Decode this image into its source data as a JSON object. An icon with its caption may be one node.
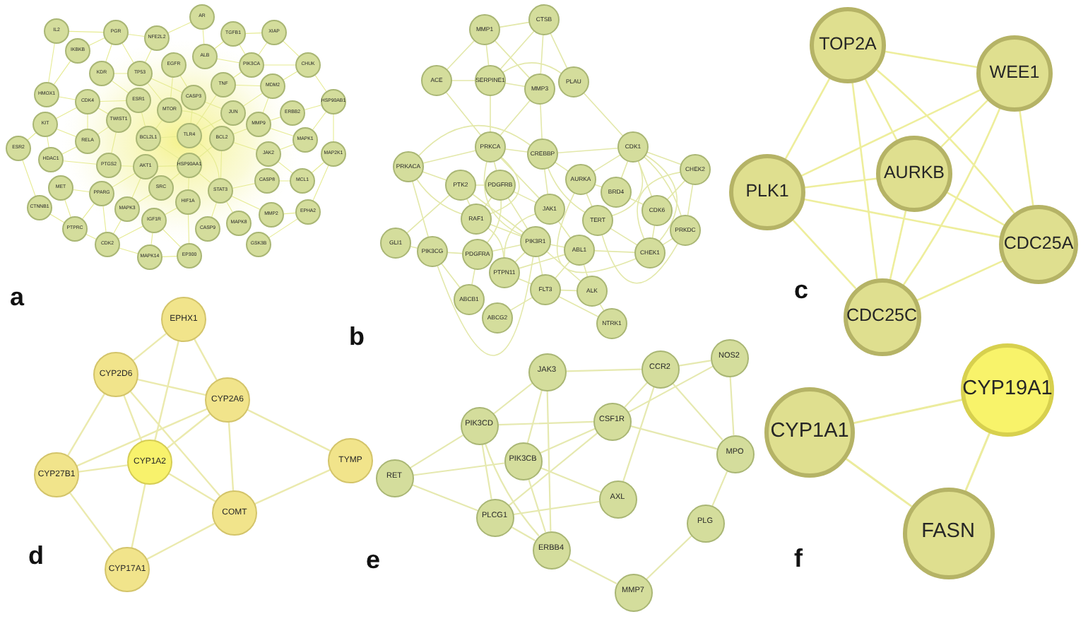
{
  "diagram": {
    "nodes": [
      {
        "text": [
          "IL2"
        ]
      },
      {
        "text": [
          "PGR"
        ]
      },
      {
        "text": [
          "NFE2L2"
        ]
      },
      {
        "text": [
          "AR"
        ]
      },
      {
        "text": [
          "TGFB1"
        ]
      },
      {
        "text": [
          "XIAP"
        ]
      },
      {
        "text": [
          "IKBKB"
        ]
      },
      {
        "text": [
          "ALB"
        ]
      },
      {
        "text": [
          "EGFR"
        ]
      },
      {
        "text": [
          "PIK3CA"
        ]
      },
      {
        "text": [
          "CHUK"
        ]
      },
      {
        "text": [
          "KDR"
        ]
      },
      {
        "text": [
          "TP53"
        ]
      },
      {
        "text": [
          "TNF"
        ]
      },
      {
        "text": [
          "MDM2"
        ]
      },
      {
        "text": [
          "HMOX1"
        ]
      },
      {
        "text": [
          "CDK4"
        ]
      },
      {
        "text": [
          "ESR1"
        ]
      },
      {
        "text": [
          "CASP3"
        ]
      },
      {
        "text": [
          "HSP90AB1"
        ]
      },
      {
        "text": [
          "MTOR"
        ]
      },
      {
        "text": [
          "JUN"
        ]
      },
      {
        "text": [
          "ERBB2"
        ]
      },
      {
        "text": [
          "TWIST1"
        ]
      },
      {
        "text": [
          "KIT"
        ]
      },
      {
        "text": [
          "MMP9"
        ]
      },
      {
        "text": [
          "BCL2L1"
        ]
      },
      {
        "text": [
          "RELA"
        ]
      },
      {
        "text": [
          "TLR4"
        ]
      },
      {
        "text": [
          "BCL2"
        ]
      },
      {
        "text": [
          "MAPK1"
        ]
      },
      {
        "text": [
          "ESR2"
        ]
      },
      {
        "text": [
          "MAP2K1"
        ]
      },
      {
        "text": [
          "JAK2"
        ]
      },
      {
        "text": [
          "HDAC1"
        ]
      },
      {
        "text": [
          "PTGS2"
        ]
      },
      {
        "text": [
          "AKT1"
        ]
      },
      {
        "text": [
          "HSP90AA1"
        ]
      },
      {
        "text": [
          "SRC"
        ]
      },
      {
        "text": [
          "CASP8"
        ]
      },
      {
        "text": [
          "MCL1"
        ]
      },
      {
        "text": [
          "STAT3"
        ]
      },
      {
        "text": [
          "MET"
        ]
      },
      {
        "text": [
          "PPARG"
        ]
      },
      {
        "text": [
          "HIF1A"
        ]
      },
      {
        "text": [
          "CTNNB1"
        ]
      },
      {
        "text": [
          "MAPK3"
        ]
      },
      {
        "text": [
          "EPHA2"
        ]
      },
      {
        "text": [
          "MMP2"
        ]
      },
      {
        "text": [
          "IGF1R"
        ]
      },
      {
        "text": [
          "MAPK8"
        ]
      },
      {
        "text": [
          "CASP9"
        ]
      },
      {
        "text": [
          "PTPRC"
        ]
      },
      {
        "text": [
          "CDK2"
        ]
      },
      {
        "text": [
          "GSK3B"
        ]
      },
      {
        "text": [
          "MAPK14"
        ]
      },
      {
        "text": [
          "EP300"
        ]
      },
      {
        "text": [
          "CTSB"
        ]
      },
      {
        "text": [
          "MMP1"
        ]
      },
      {
        "text": [
          "ACE"
        ]
      },
      {
        "text": [
          "SERPINE1"
        ]
      },
      {
        "text": [
          "PLAU"
        ]
      },
      {
        "text": [
          "MMP3"
        ]
      },
      {
        "text": [
          "CDK1"
        ]
      },
      {
        "text": [
          "PRKCA"
        ]
      },
      {
        "text": [
          "CREBBP"
        ]
      },
      {
        "text": [
          "PRKACA"
        ]
      },
      {
        "text": [
          "CHEK2"
        ]
      },
      {
        "text": [
          "AURKA"
        ]
      },
      {
        "text": [
          "PDGFRB"
        ]
      },
      {
        "text": [
          "PTK2"
        ]
      },
      {
        "text": [
          "BRD4"
        ]
      },
      {
        "text": [
          "JAK1"
        ]
      },
      {
        "text": [
          "CDK6"
        ]
      },
      {
        "text": [
          "RAF1"
        ]
      },
      {
        "text": [
          "TERT"
        ]
      },
      {
        "text": [
          "PRKDC"
        ]
      },
      {
        "text": [
          "PIK3R1"
        ]
      },
      {
        "text": [
          "GLI1"
        ]
      },
      {
        "text": [
          "ABL1"
        ]
      },
      {
        "text": [
          "PIK3CG"
        ]
      },
      {
        "text": [
          "CHEK1"
        ]
      },
      {
        "text": [
          "PDGFRA"
        ]
      },
      {
        "text": [
          "PTPN11"
        ]
      },
      {
        "text": [
          "FLT3"
        ]
      },
      {
        "text": [
          "ALK"
        ]
      },
      {
        "text": [
          "ABCB1"
        ]
      },
      {
        "text": [
          "ABCG2"
        ]
      },
      {
        "text": [
          "NTRK1"
        ]
      },
      {
        "text": [
          "TOP2A"
        ]
      },
      {
        "text": [
          "WEE1"
        ]
      },
      {
        "text": [
          "AURKB"
        ]
      },
      {
        "text": [
          "PLK1"
        ]
      },
      {
        "text": [
          "CDC25A"
        ]
      },
      {
        "text": [
          "CDC25C"
        ]
      },
      {
        "text": [
          "EPHX1"
        ]
      },
      {
        "text": [
          "CYP2D6"
        ]
      },
      {
        "text": [
          "CYP2A6"
        ]
      },
      {
        "text": [
          "CYP27B1"
        ]
      },
      {
        "text": [
          "CYP1A2"
        ]
      },
      {
        "text": [
          "TYMP"
        ]
      },
      {
        "text": [
          "COMT"
        ]
      },
      {
        "text": [
          "CYP17A1"
        ]
      },
      {
        "text": [
          "JAK3"
        ]
      },
      {
        "text": [
          "CCR2"
        ]
      },
      {
        "text": [
          "NOS2"
        ]
      },
      {
        "text": [
          "PIK3CD"
        ]
      },
      {
        "text": [
          "CSF1R"
        ]
      },
      {
        "text": [
          "RET"
        ]
      },
      {
        "text": [
          "PIK3CB"
        ]
      },
      {
        "text": [
          "MPO"
        ]
      },
      {
        "text": [
          "PLCG1"
        ]
      },
      {
        "text": [
          "AXL"
        ]
      },
      {
        "text": [
          "PLG"
        ]
      },
      {
        "text": [
          "ERBB4"
        ]
      },
      {
        "text": [
          "MMP7"
        ]
      },
      {
        "text": [
          "CYP1A1"
        ]
      },
      {
        "text": [
          "CYP19A1"
        ]
      },
      {
        "text": [
          "FASN"
        ]
      }
    ],
    "edges": [
      {
        "from": 0,
        "to": 1,
        "arrow": "none"
      },
      {
        "from": 0,
        "to": 15,
        "arrow": "none"
      },
      {
        "from": 1,
        "to": 2,
        "arrow": "none"
      },
      {
        "from": 1,
        "to": 6,
        "arrow": "none"
      },
      {
        "from": 1,
        "to": 12,
        "arrow": "none"
      },
      {
        "from": 1,
        "to": 11,
        "arrow": "none"
      },
      {
        "from": 2,
        "to": 3,
        "arrow": "none"
      },
      {
        "from": 2,
        "to": 12,
        "arrow": "none"
      },
      {
        "from": 3,
        "to": 7,
        "arrow": "none"
      },
      {
        "from": 4,
        "to": 5,
        "arrow": "none"
      },
      {
        "from": 4,
        "to": 9,
        "arrow": "none"
      },
      {
        "from": 4,
        "to": 7,
        "arrow": "none"
      },
      {
        "from": 5,
        "to": 9,
        "arrow": "none"
      },
      {
        "from": 5,
        "to": 10,
        "arrow": "none"
      },
      {
        "from": 6,
        "to": 15,
        "arrow": "none"
      },
      {
        "from": 7,
        "to": 9,
        "arrow": "none"
      },
      {
        "from": 8,
        "to": 18,
        "arrow": "none"
      },
      {
        "from": 8,
        "to": 20,
        "arrow": "none"
      },
      {
        "from": 9,
        "to": 10,
        "arrow": "none"
      },
      {
        "from": 10,
        "to": 14,
        "arrow": "none"
      },
      {
        "from": 10,
        "to": 19,
        "arrow": "none"
      },
      {
        "from": 11,
        "to": 12,
        "arrow": "none"
      },
      {
        "from": 11,
        "to": 17,
        "arrow": "none"
      },
      {
        "from": 12,
        "to": 20,
        "arrow": "none"
      },
      {
        "from": 13,
        "to": 14,
        "arrow": "none"
      },
      {
        "from": 14,
        "to": 21,
        "arrow": "none"
      },
      {
        "from": 14,
        "to": 25,
        "arrow": "none"
      },
      {
        "from": 15,
        "to": 16,
        "arrow": "none"
      },
      {
        "from": 16,
        "to": 23,
        "arrow": "none"
      },
      {
        "from": 16,
        "to": 17,
        "arrow": "none"
      },
      {
        "from": 16,
        "to": 27,
        "arrow": "none"
      },
      {
        "from": 16,
        "to": 24,
        "arrow": "none"
      },
      {
        "from": 17,
        "to": 26,
        "arrow": "none"
      },
      {
        "from": 18,
        "to": 28,
        "arrow": "none"
      },
      {
        "from": 18,
        "to": 21,
        "arrow": "none"
      },
      {
        "from": 19,
        "to": 22,
        "arrow": "none"
      },
      {
        "from": 19,
        "to": 30,
        "arrow": "none"
      },
      {
        "from": 19,
        "to": 32,
        "arrow": "none"
      },
      {
        "from": 20,
        "to": 26,
        "arrow": "none"
      },
      {
        "from": 21,
        "to": 28,
        "arrow": "none"
      },
      {
        "from": 22,
        "to": 25,
        "arrow": "none"
      },
      {
        "from": 23,
        "to": 27,
        "arrow": "none"
      },
      {
        "from": 23,
        "to": 35,
        "arrow": "none"
      },
      {
        "from": 24,
        "to": 27,
        "arrow": "none"
      },
      {
        "from": 24,
        "to": 31,
        "arrow": "none"
      },
      {
        "from": 24,
        "to": 34,
        "arrow": "none"
      },
      {
        "from": 25,
        "to": 29,
        "arrow": "none"
      },
      {
        "from": 25,
        "to": 30,
        "arrow": "none"
      },
      {
        "from": 26,
        "to": 28,
        "arrow": "none"
      },
      {
        "from": 26,
        "to": 37,
        "arrow": "none"
      },
      {
        "from": 27,
        "to": 34,
        "arrow": "none"
      },
      {
        "from": 29,
        "to": 33,
        "arrow": "none"
      },
      {
        "from": 29,
        "to": 41,
        "arrow": "none"
      },
      {
        "from": 29,
        "to": 37,
        "arrow": "none"
      },
      {
        "from": 30,
        "to": 33,
        "arrow": "none"
      },
      {
        "from": 31,
        "to": 45,
        "arrow": "none"
      },
      {
        "from": 32,
        "to": 40,
        "arrow": "none"
      },
      {
        "from": 32,
        "to": 47,
        "arrow": "none"
      },
      {
        "from": 33,
        "to": 40,
        "arrow": "none"
      },
      {
        "from": 34,
        "to": 35,
        "arrow": "none"
      },
      {
        "from": 35,
        "to": 36,
        "arrow": "none"
      },
      {
        "from": 36,
        "to": 37,
        "arrow": "none"
      },
      {
        "from": 36,
        "to": 46,
        "arrow": "none"
      },
      {
        "from": 36,
        "to": 43,
        "arrow": "none"
      },
      {
        "from": 37,
        "to": 38,
        "arrow": "none"
      },
      {
        "from": 37,
        "to": 41,
        "arrow": "none"
      },
      {
        "from": 37,
        "to": 44,
        "arrow": "none"
      },
      {
        "from": 38,
        "to": 46,
        "arrow": "none"
      },
      {
        "from": 39,
        "to": 40,
        "arrow": "none"
      },
      {
        "from": 39,
        "to": 41,
        "arrow": "none"
      },
      {
        "from": 41,
        "to": 50,
        "arrow": "none"
      },
      {
        "from": 41,
        "to": 51,
        "arrow": "none"
      },
      {
        "from": 41,
        "to": 48,
        "arrow": "none"
      },
      {
        "from": 42,
        "to": 43,
        "arrow": "none"
      },
      {
        "from": 42,
        "to": 52,
        "arrow": "none"
      },
      {
        "from": 43,
        "to": 52,
        "arrow": "none"
      },
      {
        "from": 43,
        "to": 53,
        "arrow": "none"
      },
      {
        "from": 44,
        "to": 49,
        "arrow": "none"
      },
      {
        "from": 44,
        "to": 56,
        "arrow": "none"
      },
      {
        "from": 45,
        "to": 52,
        "arrow": "none"
      },
      {
        "from": 46,
        "to": 53,
        "arrow": "none"
      },
      {
        "from": 47,
        "to": 48,
        "arrow": "none"
      },
      {
        "from": 47,
        "to": 54,
        "arrow": "none"
      },
      {
        "from": 49,
        "to": 55,
        "arrow": "none"
      },
      {
        "from": 49,
        "to": 56,
        "arrow": "none"
      },
      {
        "from": 49,
        "to": 53,
        "arrow": "none"
      },
      {
        "from": 52,
        "to": 53,
        "arrow": "none"
      },
      {
        "from": 53,
        "to": 55,
        "arrow": "none"
      },
      {
        "from": 55,
        "to": 56,
        "arrow": "none"
      },
      {
        "from": 12,
        "to": 18,
        "arrow": "none"
      },
      {
        "from": 20,
        "to": 29,
        "arrow": "none"
      },
      {
        "from": 28,
        "to": 41,
        "arrow": "none"
      },
      {
        "from": 13,
        "to": 9,
        "arrow": "none"
      },
      {
        "from": 13,
        "to": 28,
        "arrow": "none"
      },
      {
        "from": 58,
        "to": 57,
        "arrow": "none"
      },
      {
        "from": 58,
        "to": 60,
        "arrow": "none"
      },
      {
        "from": 58,
        "to": 62,
        "arrow": "none"
      },
      {
        "from": 58,
        "to": 59,
        "arrow": "none"
      },
      {
        "from": 57,
        "to": 62,
        "arrow": "none"
      },
      {
        "from": 57,
        "to": 61,
        "arrow": "none"
      },
      {
        "from": 57,
        "to": 60,
        "arrow": "none"
      },
      {
        "from": 59,
        "to": 60,
        "arrow": "none"
      },
      {
        "from": 59,
        "to": 64,
        "arrow": "none"
      },
      {
        "from": 60,
        "to": 62,
        "arrow": "none"
      },
      {
        "from": 60,
        "to": 61,
        "arrow": "none"
      },
      {
        "from": 60,
        "to": 64,
        "arrow": "none"
      },
      {
        "from": 62,
        "to": 64,
        "arrow": "none"
      },
      {
        "from": 62,
        "to": 65,
        "arrow": "none"
      },
      {
        "from": 61,
        "to": 63,
        "arrow": "none"
      },
      {
        "from": 64,
        "to": 65,
        "arrow": "none"
      },
      {
        "from": 64,
        "to": 66,
        "arrow": "none"
      },
      {
        "from": 64,
        "to": 69,
        "arrow": "none"
      },
      {
        "from": 64,
        "to": 74,
        "arrow": "none"
      },
      {
        "from": 64,
        "to": 77,
        "arrow": "none"
      },
      {
        "from": 64,
        "to": 72,
        "arrow": "none"
      },
      {
        "from": 66,
        "to": 65,
        "arrow": "none"
      },
      {
        "from": 66,
        "to": 70,
        "arrow": "none"
      },
      {
        "from": 66,
        "to": 80,
        "arrow": "none"
      },
      {
        "from": 66,
        "to": 74,
        "arrow": "none"
      },
      {
        "from": 65,
        "to": 63,
        "arrow": "none"
      },
      {
        "from": 65,
        "to": 72,
        "arrow": "none"
      },
      {
        "from": 65,
        "to": 68,
        "arrow": "none"
      },
      {
        "from": 65,
        "to": 75,
        "arrow": "none"
      },
      {
        "from": 63,
        "to": 67,
        "arrow": "none"
      },
      {
        "from": 63,
        "to": 68,
        "arrow": "none"
      },
      {
        "from": 63,
        "to": 71,
        "arrow": "none"
      },
      {
        "from": 63,
        "to": 73,
        "arrow": "none"
      },
      {
        "from": 63,
        "to": 81,
        "arrow": "none"
      },
      {
        "from": 63,
        "to": 76,
        "arrow": "none"
      },
      {
        "from": 63,
        "to": 75,
        "arrow": "none"
      },
      {
        "from": 67,
        "to": 81,
        "arrow": "none"
      },
      {
        "from": 67,
        "to": 76,
        "arrow": "none"
      },
      {
        "from": 67,
        "to": 73,
        "arrow": "none"
      },
      {
        "from": 68,
        "to": 71,
        "arrow": "none"
      },
      {
        "from": 68,
        "to": 75,
        "arrow": "none"
      },
      {
        "from": 68,
        "to": 81,
        "arrow": "none"
      },
      {
        "from": 71,
        "to": 73,
        "arrow": "none"
      },
      {
        "from": 75,
        "to": 76,
        "arrow": "none"
      },
      {
        "from": 75,
        "to": 81,
        "arrow": "none"
      },
      {
        "from": 73,
        "to": 81,
        "arrow": "none"
      },
      {
        "from": 76,
        "to": 81,
        "arrow": "none"
      },
      {
        "from": 72,
        "to": 79,
        "arrow": "none"
      },
      {
        "from": 72,
        "to": 83,
        "arrow": "none"
      },
      {
        "from": 72,
        "to": 69,
        "arrow": "none"
      },
      {
        "from": 69,
        "to": 70,
        "arrow": "none"
      },
      {
        "from": 69,
        "to": 74,
        "arrow": "none"
      },
      {
        "from": 69,
        "to": 82,
        "arrow": "none"
      },
      {
        "from": 69,
        "to": 77,
        "arrow": "none"
      },
      {
        "from": 70,
        "to": 74,
        "arrow": "none"
      },
      {
        "from": 70,
        "to": 77,
        "arrow": "none"
      },
      {
        "from": 74,
        "to": 77,
        "arrow": "none"
      },
      {
        "from": 74,
        "to": 83,
        "arrow": "none"
      },
      {
        "from": 78,
        "to": 80,
        "arrow": "none"
      },
      {
        "from": 78,
        "to": 70,
        "arrow": "none"
      },
      {
        "from": 80,
        "to": 82,
        "arrow": "none"
      },
      {
        "from": 80,
        "to": 77,
        "arrow": "none"
      },
      {
        "from": 80,
        "to": 86,
        "arrow": "none"
      },
      {
        "from": 82,
        "to": 77,
        "arrow": "none"
      },
      {
        "from": 82,
        "to": 86,
        "arrow": "none"
      },
      {
        "from": 77,
        "to": 79,
        "arrow": "none"
      },
      {
        "from": 77,
        "to": 83,
        "arrow": "none"
      },
      {
        "from": 77,
        "to": 84,
        "arrow": "none"
      },
      {
        "from": 77,
        "to": 85,
        "arrow": "none"
      },
      {
        "from": 79,
        "to": 83,
        "arrow": "none"
      },
      {
        "from": 79,
        "to": 84,
        "arrow": "none"
      },
      {
        "from": 79,
        "to": 85,
        "arrow": "none"
      },
      {
        "from": 79,
        "to": 81,
        "arrow": "none"
      },
      {
        "from": 83,
        "to": 84,
        "arrow": "none"
      },
      {
        "from": 84,
        "to": 85,
        "arrow": "none"
      },
      {
        "from": 84,
        "to": 87,
        "arrow": "none"
      },
      {
        "from": 85,
        "to": 88,
        "arrow": "none"
      },
      {
        "from": 84,
        "to": 88,
        "arrow": "none"
      },
      {
        "from": 89,
        "to": 90,
        "arrow": "none"
      },
      {
        "from": 89,
        "to": 91,
        "arrow": "none"
      },
      {
        "from": 89,
        "to": 92,
        "arrow": "none"
      },
      {
        "from": 89,
        "to": 93,
        "arrow": "none"
      },
      {
        "from": 89,
        "to": 94,
        "arrow": "none"
      },
      {
        "from": 90,
        "to": 91,
        "arrow": "none"
      },
      {
        "from": 90,
        "to": 92,
        "arrow": "none"
      },
      {
        "from": 90,
        "to": 93,
        "arrow": "none"
      },
      {
        "from": 90,
        "to": 94,
        "arrow": "none"
      },
      {
        "from": 91,
        "to": 92,
        "arrow": "none"
      },
      {
        "from": 91,
        "to": 93,
        "arrow": "none"
      },
      {
        "from": 91,
        "to": 94,
        "arrow": "none"
      },
      {
        "from": 92,
        "to": 93,
        "arrow": "none"
      },
      {
        "from": 92,
        "to": 94,
        "arrow": "none"
      },
      {
        "from": 93,
        "to": 94,
        "arrow": "none"
      },
      {
        "from": 95,
        "to": 96,
        "arrow": "none"
      },
      {
        "from": 95,
        "to": 97,
        "arrow": "none"
      },
      {
        "from": 95,
        "to": 99,
        "arrow": "none"
      },
      {
        "from": 96,
        "to": 97,
        "arrow": "none"
      },
      {
        "from": 96,
        "to": 98,
        "arrow": "none"
      },
      {
        "from": 96,
        "to": 99,
        "arrow": "none"
      },
      {
        "from": 96,
        "to": 101,
        "arrow": "none"
      },
      {
        "from": 97,
        "to": 98,
        "arrow": "none"
      },
      {
        "from": 97,
        "to": 99,
        "arrow": "none"
      },
      {
        "from": 97,
        "to": 101,
        "arrow": "none"
      },
      {
        "from": 97,
        "to": 100,
        "arrow": "none"
      },
      {
        "from": 98,
        "to": 99,
        "arrow": "none"
      },
      {
        "from": 98,
        "to": 102,
        "arrow": "none"
      },
      {
        "from": 99,
        "to": 101,
        "arrow": "none"
      },
      {
        "from": 99,
        "to": 102,
        "arrow": "none"
      },
      {
        "from": 101,
        "to": 102,
        "arrow": "none"
      },
      {
        "from": 101,
        "to": 100,
        "arrow": "none"
      },
      {
        "from": 103,
        "to": 104,
        "arrow": "none"
      },
      {
        "from": 103,
        "to": 106,
        "arrow": "none"
      },
      {
        "from": 103,
        "to": 109,
        "arrow": "none"
      },
      {
        "from": 103,
        "to": 114,
        "arrow": "none"
      },
      {
        "from": 104,
        "to": 105,
        "arrow": "none"
      },
      {
        "from": 104,
        "to": 107,
        "arrow": "none"
      },
      {
        "from": 104,
        "to": 112,
        "arrow": "none"
      },
      {
        "from": 104,
        "to": 110,
        "arrow": "none"
      },
      {
        "from": 105,
        "to": 107,
        "arrow": "none"
      },
      {
        "from": 105,
        "to": 110,
        "arrow": "none"
      },
      {
        "from": 106,
        "to": 107,
        "arrow": "none"
      },
      {
        "from": 106,
        "to": 108,
        "arrow": "none"
      },
      {
        "from": 106,
        "to": 111,
        "arrow": "none"
      },
      {
        "from": 106,
        "to": 114,
        "arrow": "none"
      },
      {
        "from": 107,
        "to": 109,
        "arrow": "none"
      },
      {
        "from": 107,
        "to": 110,
        "arrow": "none"
      },
      {
        "from": 107,
        "to": 111,
        "arrow": "none"
      },
      {
        "from": 108,
        "to": 109,
        "arrow": "none"
      },
      {
        "from": 108,
        "to": 111,
        "arrow": "none"
      },
      {
        "from": 109,
        "to": 112,
        "arrow": "none"
      },
      {
        "from": 109,
        "to": 114,
        "arrow": "none"
      },
      {
        "from": 112,
        "to": 111,
        "arrow": "none"
      },
      {
        "from": 111,
        "to": 114,
        "arrow": "none"
      },
      {
        "from": 110,
        "to": 113,
        "arrow": "none"
      },
      {
        "from": 113,
        "to": 115,
        "arrow": "none"
      },
      {
        "from": 114,
        "to": 115,
        "arrow": "none"
      },
      {
        "from": 116,
        "to": 117,
        "arrow": "none"
      },
      {
        "from": 117,
        "to": 118,
        "arrow": "none"
      },
      {
        "from": 116,
        "to": 118,
        "arrow": "none"
      }
    ],
    "labels": [
      "a",
      "b",
      "c",
      "d",
      "e",
      "f"
    ]
  }
}
